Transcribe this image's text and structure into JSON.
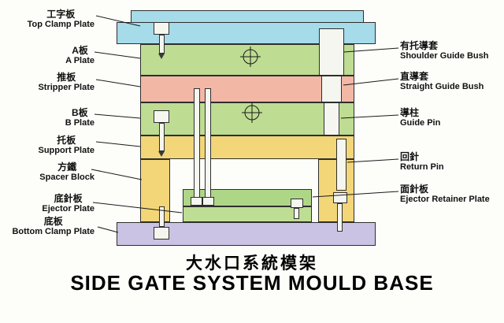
{
  "title": {
    "zh": "大水口系統模架",
    "en": "SIDE GATE SYSTEM MOULD BASE"
  },
  "left_labels": [
    {
      "zh": "工字板",
      "en": "Top Clamp Plate"
    },
    {
      "zh": "A板",
      "en": "A Plate"
    },
    {
      "zh": "推板",
      "en": "Stripper Plate"
    },
    {
      "zh": "B板",
      "en": "B Plate"
    },
    {
      "zh": "托板",
      "en": "Support Plate"
    },
    {
      "zh": "方鐵",
      "en": "Spacer Block"
    },
    {
      "zh": "底針板",
      "en": "Ejector Plate"
    },
    {
      "zh": "底板",
      "en": "Bottom Clamp Plate"
    }
  ],
  "right_labels": [
    {
      "zh": "有托導套",
      "en": "Shoulder Guide Bush"
    },
    {
      "zh": "直導套",
      "en": "Straight Guide Bush"
    },
    {
      "zh": "導柱",
      "en": "Guide Pin"
    },
    {
      "zh": "回針",
      "en": "Return Pin"
    },
    {
      "zh": "面針板",
      "en": "Ejector Retainer Plate"
    }
  ],
  "colors": {
    "top_clamp_plate": "#a6dbe9",
    "a_plate": "#bedc92",
    "stripper_plate": "#f3b7a6",
    "b_plate": "#bedc92",
    "support_plate": "#f2d678",
    "spacer_block": "#f2d678",
    "ejector_retainer_plate": "#aed687",
    "ejector_plate": "#bede94",
    "bottom_clamp_plate": "#cbc3e3",
    "metal": "#f6f6f0",
    "outline": "#2e2e2e"
  }
}
